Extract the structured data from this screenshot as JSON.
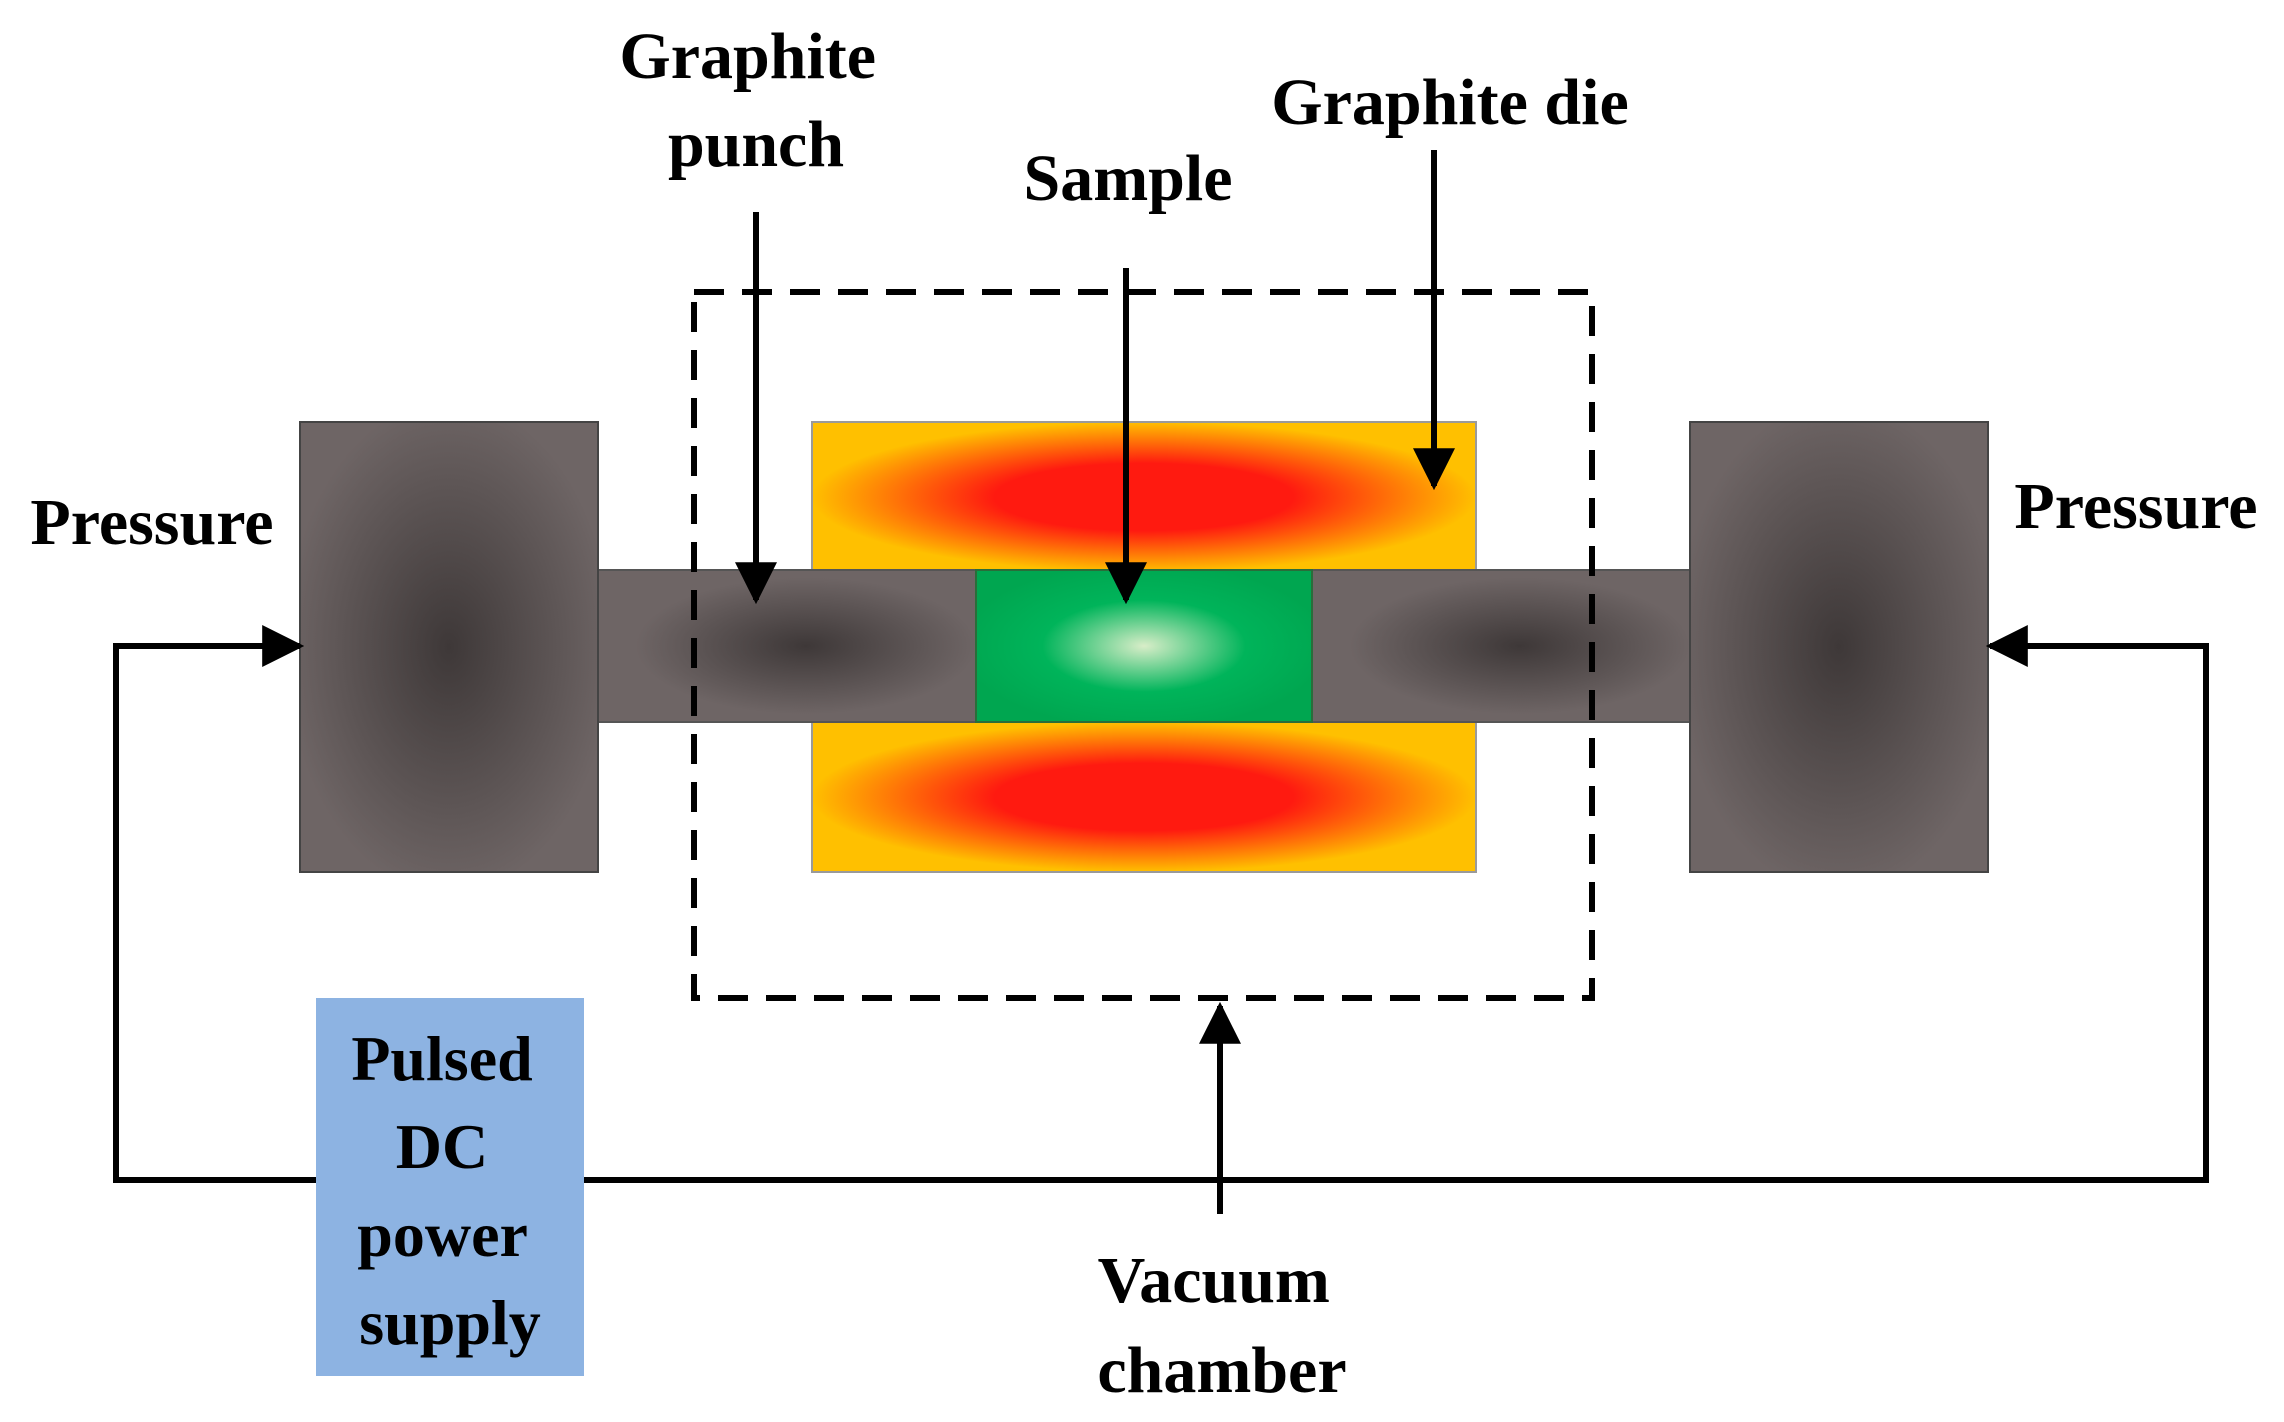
{
  "labels": {
    "graphite_punch": [
      "Graphite",
      "punch"
    ],
    "graphite_die": "Graphite die",
    "sample": "Sample",
    "pressure_left": "Pressure",
    "pressure_right": "Pressure",
    "power_supply": [
      "Pulsed",
      "DC",
      "power",
      "supply"
    ],
    "vacuum_chamber": [
      "Vacuum",
      "chamber"
    ]
  },
  "colors": {
    "ram": "#6e6565",
    "ram_center": "#3e3838",
    "die_edge": "#ffc000",
    "die_hot": "#ff1a10",
    "sample_edge": "#00a650",
    "sample_center": "#d8edc8",
    "power_supply_box": "#8db3e2",
    "line": "#000000"
  }
}
